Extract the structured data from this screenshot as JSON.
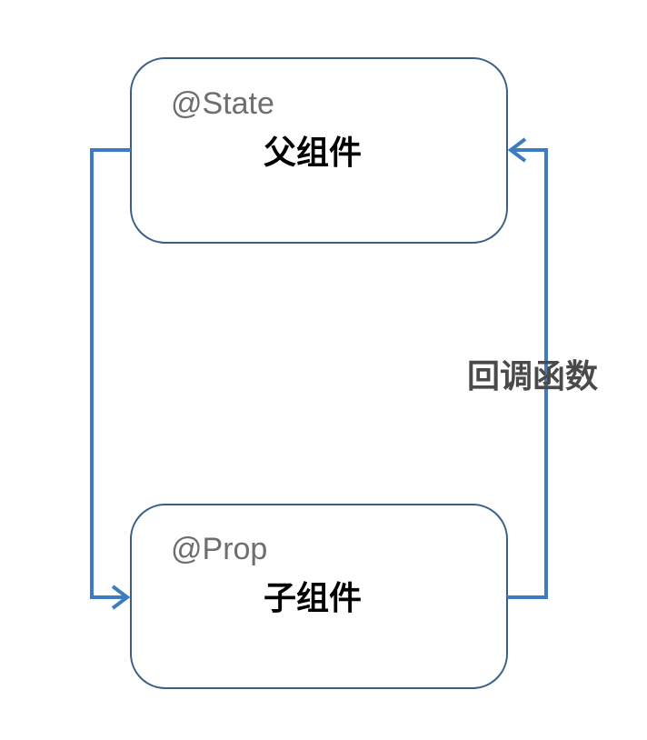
{
  "nodes": {
    "parent": {
      "decorator": "@State",
      "label": "父组件"
    },
    "child": {
      "decorator": "@Prop",
      "label": "子组件"
    }
  },
  "edges": {
    "callback": {
      "label": "回调函数"
    }
  },
  "colors": {
    "box_stroke": "#3a5f86",
    "arrow": "#3d7cc3",
    "decorator_text": "#6e6e6e",
    "edge_label_text": "#4a4a4a"
  }
}
